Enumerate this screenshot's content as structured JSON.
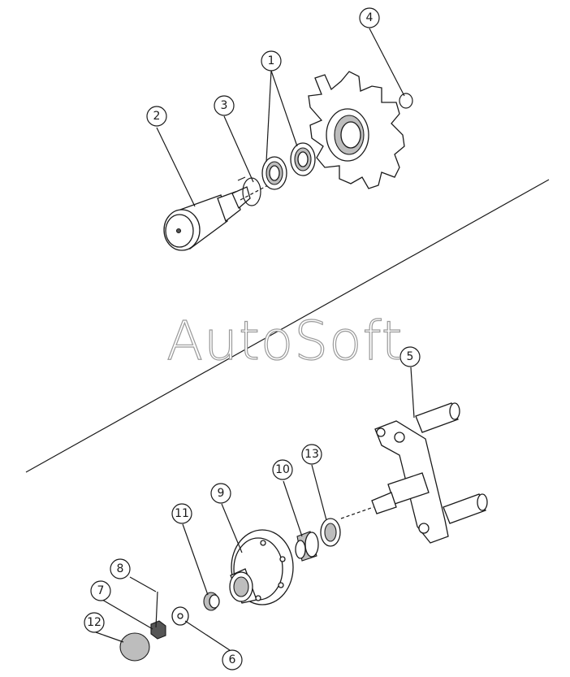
{
  "watermark": "AutoSoft",
  "callouts": [
    {
      "id": "c1",
      "text": "1"
    },
    {
      "id": "c2",
      "text": "2"
    },
    {
      "id": "c3",
      "text": "3"
    },
    {
      "id": "c4",
      "text": "4"
    },
    {
      "id": "c5",
      "text": "5"
    },
    {
      "id": "c6",
      "text": "6"
    },
    {
      "id": "c7",
      "text": "7"
    },
    {
      "id": "c8",
      "text": "8"
    },
    {
      "id": "c9",
      "text": "9"
    },
    {
      "id": "c10",
      "text": "10"
    },
    {
      "id": "c11",
      "text": "11"
    },
    {
      "id": "c12",
      "text": "12"
    },
    {
      "id": "c13",
      "text": "13"
    }
  ],
  "colors": {
    "line": "#1a1a1a",
    "watermark_outline": "#9a9a9a",
    "background": "#ffffff"
  }
}
